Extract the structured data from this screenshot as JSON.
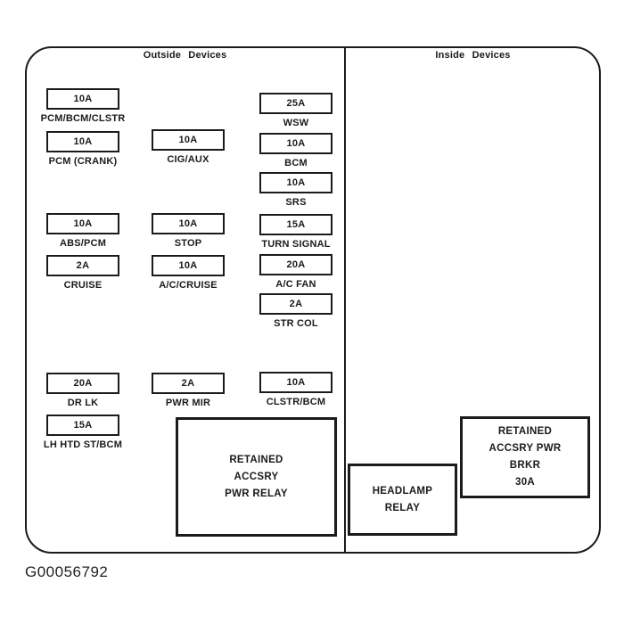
{
  "colors": {
    "ink": "#1b1b1b",
    "background": "#ffffff"
  },
  "headers": {
    "outside": "Outside Devices",
    "inside": "Inside Devices"
  },
  "fuses": [
    {
      "amp": "10A",
      "label": "PCM/BCM/CLSTR"
    },
    {
      "amp": "10A",
      "label": "PCM (CRANK)"
    },
    {
      "amp": "10A",
      "label": "CIG/AUX"
    },
    {
      "amp": "25A",
      "label": "WSW"
    },
    {
      "amp": "10A",
      "label": "BCM"
    },
    {
      "amp": "10A",
      "label": "SRS"
    },
    {
      "amp": "10A",
      "label": "ABS/PCM"
    },
    {
      "amp": "10A",
      "label": "STOP"
    },
    {
      "amp": "15A",
      "label": "TURN SIGNAL"
    },
    {
      "amp": "2A",
      "label": "CRUISE"
    },
    {
      "amp": "10A",
      "label": "A/C/CRUISE"
    },
    {
      "amp": "20A",
      "label": "A/C FAN"
    },
    {
      "amp": "2A",
      "label": "STR COL"
    },
    {
      "amp": "20A",
      "label": "DR LK"
    },
    {
      "amp": "2A",
      "label": "PWR MIR"
    },
    {
      "amp": "10A",
      "label": "CLSTR/BCM"
    },
    {
      "amp": "15A",
      "label": "LH HTD ST/BCM"
    }
  ],
  "relays": {
    "retained_accsry_pwr_relay": {
      "line1": "RETAINED",
      "line2": "ACCSRY",
      "line3": "PWR RELAY"
    },
    "headlamp_relay": {
      "line1": "HEADLAMP",
      "line2": "RELAY"
    },
    "retained_accsry_pwr_brkr": {
      "line1": "RETAINED",
      "line2": "ACCSRY PWR",
      "line3": "BRKR",
      "line4": "30A"
    }
  },
  "caption": "G00056792"
}
